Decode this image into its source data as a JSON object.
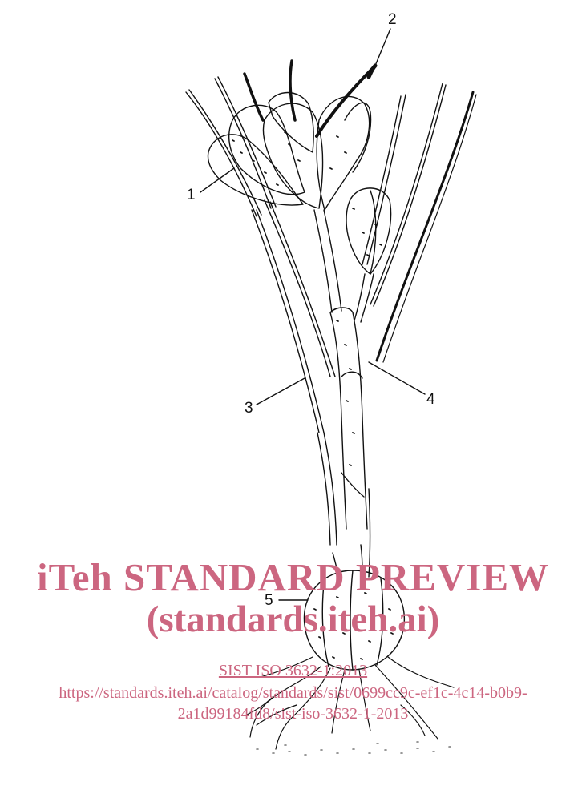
{
  "callouts": {
    "one": "1",
    "two": "2",
    "three": "3",
    "four": "4",
    "five": "5"
  },
  "watermark": {
    "title": "iTeh STANDARD PREVIEW",
    "subtitle": "(standards.iteh.ai)",
    "standard": "SIST ISO 3632-1:2013",
    "url_line1": "https://standards.iteh.ai/catalog/standards/sist/0699cc9c-ef1c-4c14-b0b9-",
    "url_line2": "2a1d99184fd8/sist-iso-3632-1-2013"
  },
  "colors": {
    "ink": "#111111",
    "watermark": "#cc6680"
  }
}
